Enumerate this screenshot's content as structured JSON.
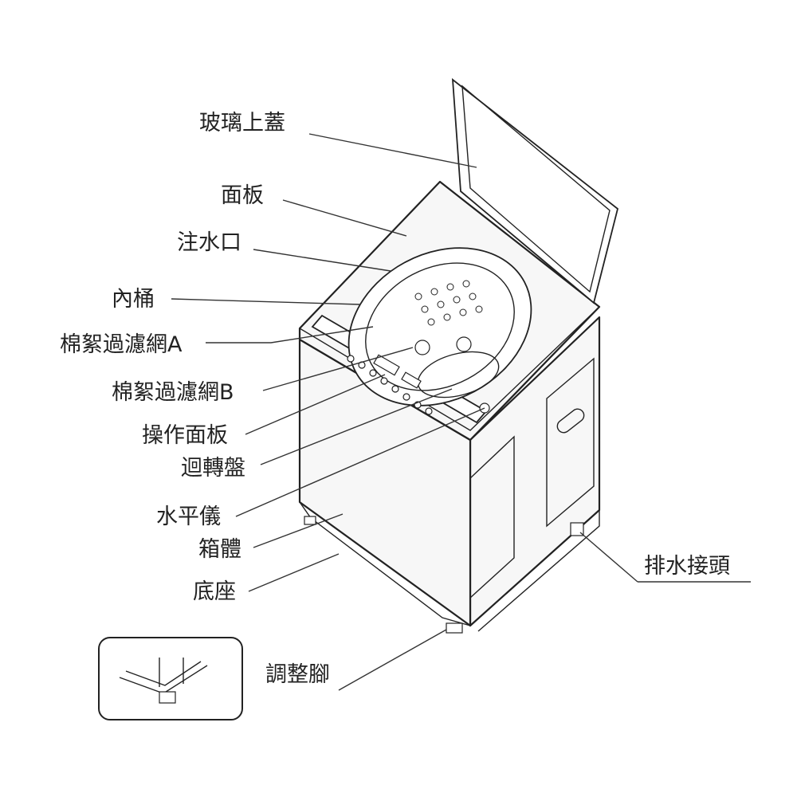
{
  "labels": {
    "glass_lid": "玻璃上蓋",
    "top_panel": "面板",
    "water_inlet": "注水口",
    "inner_tub": "內桶",
    "lint_filter_a": "棉絮過濾網A",
    "lint_filter_b": "棉絮過濾網B",
    "control_panel": "操作面板",
    "pulsator": "迴轉盤",
    "level_gauge": "水平儀",
    "cabinet": "箱體",
    "base": "底座",
    "drain_connector": "排水接頭",
    "adjustable_foot": "調整腳"
  }
}
